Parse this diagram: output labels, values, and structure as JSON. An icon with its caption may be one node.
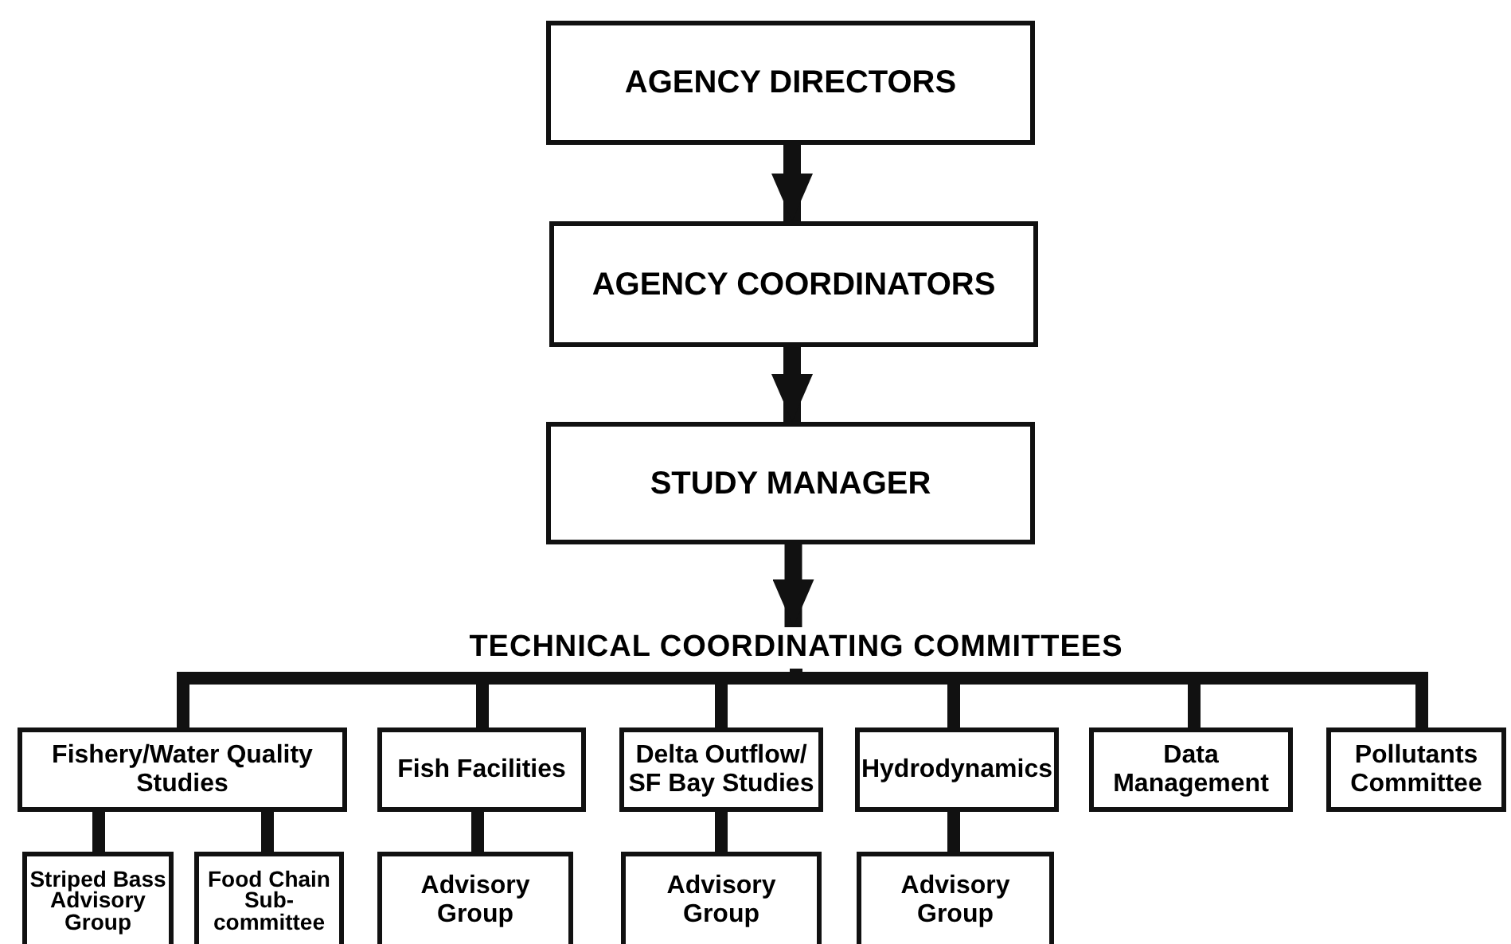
{
  "diagram": {
    "nodes": [
      {
        "text": [
          "AGENCY DIRECTORS"
        ]
      },
      {
        "text": [
          "AGENCY COORDINATORS"
        ]
      },
      {
        "text": [
          "STUDY MANAGER"
        ]
      },
      {
        "text": [
          "TECHNICAL COORDINATING COMMITTEES"
        ]
      },
      {
        "text": [
          "Fishery/Water Quality Studies"
        ]
      },
      {
        "text": [
          "Fish Facilities"
        ]
      },
      {
        "text": [
          "Delta Outflow/ SF Bay Studies"
        ]
      },
      {
        "text": [
          "Hydrodynamics"
        ]
      },
      {
        "text": [
          "Data Management"
        ]
      },
      {
        "text": [
          "Pollutants Committee"
        ]
      },
      {
        "text": [
          "Striped Bass Advisory Group"
        ]
      },
      {
        "text": [
          "Food Chain Sub- committee"
        ]
      },
      {
        "text": [
          "Advisory Group"
        ]
      },
      {
        "text": [
          "Advisory Group"
        ]
      },
      {
        "text": [
          "Advisory Group"
        ]
      }
    ],
    "edges": [
      {
        "from": 0,
        "to": 1,
        "arrow": "to"
      },
      {
        "from": 1,
        "to": 2,
        "arrow": "to"
      },
      {
        "from": 2,
        "to": 3,
        "arrow": "to"
      },
      {
        "from": 3,
        "to": 4,
        "arrow": "none"
      },
      {
        "from": 3,
        "to": 5,
        "arrow": "none"
      },
      {
        "from": 3,
        "to": 6,
        "arrow": "none"
      },
      {
        "from": 3,
        "to": 7,
        "arrow": "none"
      },
      {
        "from": 3,
        "to": 8,
        "arrow": "none"
      },
      {
        "from": 3,
        "to": 9,
        "arrow": "none"
      },
      {
        "from": 4,
        "to": 10,
        "arrow": "none"
      },
      {
        "from": 4,
        "to": 11,
        "arrow": "none"
      },
      {
        "from": 5,
        "to": 12,
        "arrow": "none"
      },
      {
        "from": 6,
        "to": 13,
        "arrow": "none"
      },
      {
        "from": 7,
        "to": 14,
        "arrow": "none"
      }
    ]
  }
}
